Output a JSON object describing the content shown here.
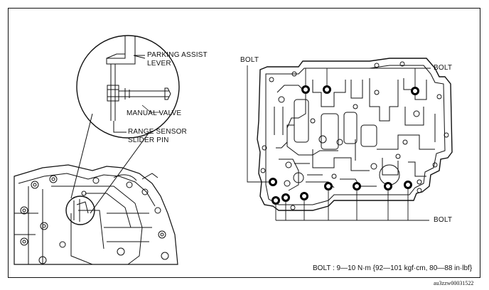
{
  "labels": {
    "parking_assist_lever_line1": "PARKING ASSIST",
    "parking_assist_lever_line2": "LEVER",
    "manual_valve": "MANUAL VALVE",
    "range_sensor_line1": "RANGE SENSOR",
    "range_sensor_line2": "SLIDER PIN",
    "bolt_left": "BOLT",
    "bolt_top_right": "BOLT",
    "bolt_bottom_right": "BOLT"
  },
  "torque_spec": "BOLT : 9—10 N·m {92—101 kgf·cm, 80—88 in·lbf}",
  "figure_code": "au3zzw00031522",
  "colors": {
    "ink": "#111111",
    "background": "#ffffff"
  }
}
